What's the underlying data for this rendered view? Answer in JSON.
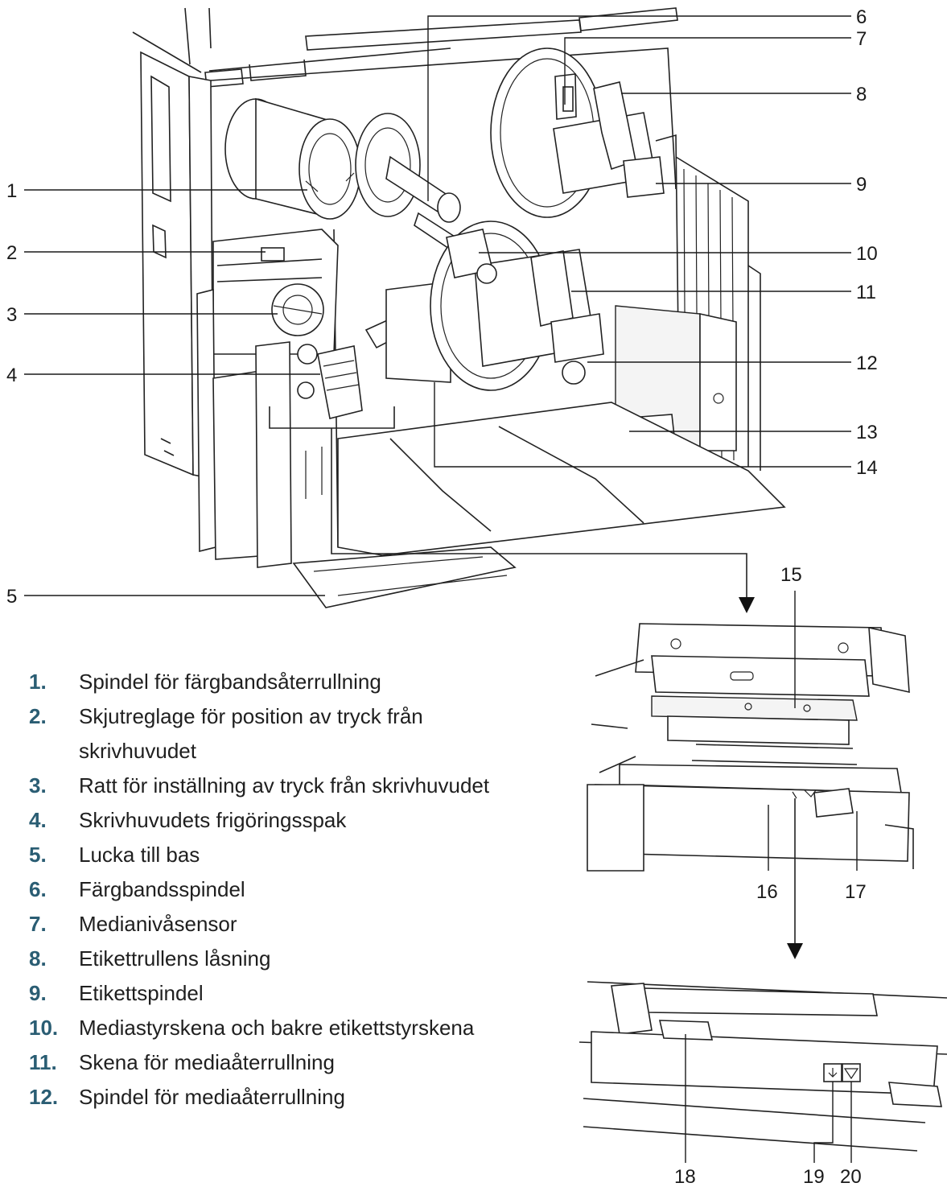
{
  "callouts": [
    "1",
    "2",
    "3",
    "4",
    "5",
    "6",
    "7",
    "8",
    "9",
    "10",
    "11",
    "12",
    "13",
    "14",
    "15",
    "16",
    "17",
    "18",
    "19",
    "20"
  ],
  "legend": [
    {
      "num": "1.",
      "text": "Spindel för färgbandsåterrullning"
    },
    {
      "num": "2.",
      "text": "Skjutreglage för position av tryck från skrivhuvudet"
    },
    {
      "num": "3.",
      "text": "Ratt för inställning av tryck från skrivhuvudet"
    },
    {
      "num": "4.",
      "text": "Skrivhuvudets frigöringsspak"
    },
    {
      "num": "5.",
      "text": "Lucka till bas"
    },
    {
      "num": "6.",
      "text": "Färgbandsspindel"
    },
    {
      "num": "7.",
      "text": "Medianivåsensor"
    },
    {
      "num": "8.",
      "text": "Etikettrullens låsning"
    },
    {
      "num": "9.",
      "text": "Etikettspindel"
    },
    {
      "num": "10.",
      "text": "Mediastyrskena och bakre etikettstyrskena"
    },
    {
      "num": "11.",
      "text": "Skena för mediaåterrullning"
    },
    {
      "num": "12.",
      "text": "Spindel för mediaåterrullning"
    }
  ],
  "colors": {
    "legend_number": "#2a5d73",
    "line": "#222222"
  }
}
